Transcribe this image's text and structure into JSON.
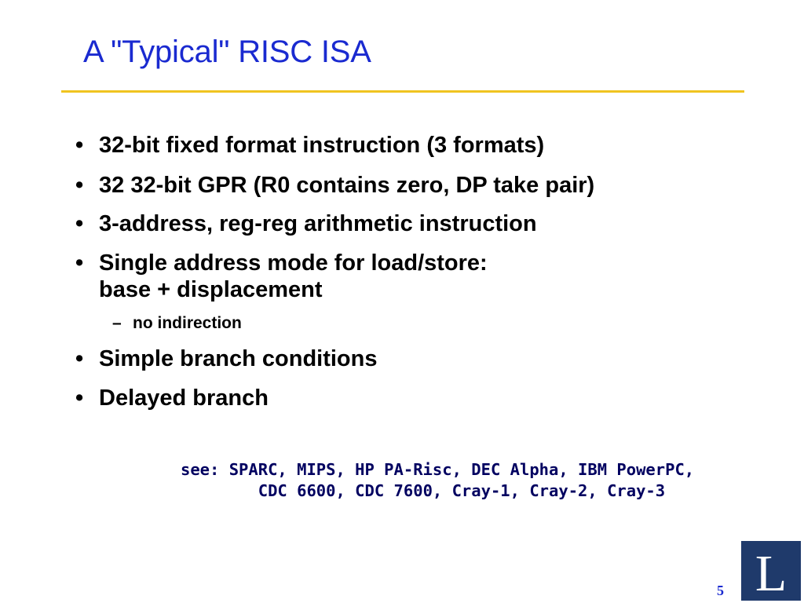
{
  "slide": {
    "title": "A \"Typical\" RISC ISA",
    "bullet_symbol": "•",
    "bullets": [
      {
        "lines": [
          "32-bit fixed format instruction (3 formats)"
        ]
      },
      {
        "lines": [
          "32 32-bit GPR (R0 contains zero, DP take pair)"
        ]
      },
      {
        "lines": [
          "3-address, reg-reg arithmetic instruction"
        ]
      },
      {
        "lines": [
          "Single address mode for load/store:",
          "base + displacement"
        ]
      },
      {
        "lines": [
          "Simple branch conditions"
        ]
      },
      {
        "lines": [
          "Delayed branch"
        ]
      }
    ],
    "sub_bullet": {
      "symbol": "–",
      "text": "no indirection"
    },
    "see_also": {
      "line1": "see: SPARC, MIPS, HP PA-Risc, DEC Alpha, IBM PowerPC,",
      "line2": "CDC 6600, CDC 7600, Cray-1, Cray-2, Cray-3"
    },
    "page_number": "5"
  },
  "colors": {
    "title": "#1a2ad0",
    "rule": "#f0c420",
    "see_also_text": "#000060",
    "logo_background": "#1f3a6b",
    "logo_letter": "#ffffff",
    "page_number": "#1a2ad0"
  },
  "logo": {
    "icon": "l-letter-logo-icon"
  }
}
